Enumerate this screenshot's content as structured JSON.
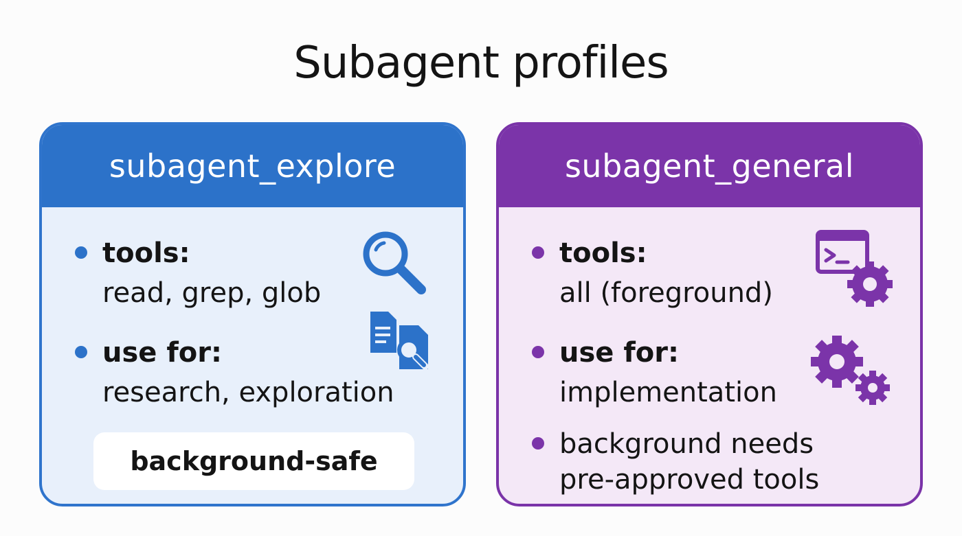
{
  "title": "Subagent profiles",
  "cards": [
    {
      "name": "subagent_explore",
      "accent": "#2c72c9",
      "items": [
        {
          "label": "tools:",
          "value": "read, grep, glob"
        },
        {
          "label": "use for:",
          "value": "research, exploration"
        }
      ],
      "badge": "background-safe",
      "icons": [
        "search-icon",
        "document-search-icon"
      ]
    },
    {
      "name": "subagent_general",
      "accent": "#7b34a9",
      "items": [
        {
          "label": "tools:",
          "value": "all (foreground)"
        },
        {
          "label": "use for:",
          "value": "implementation"
        },
        {
          "line1": "background needs",
          "line2": "pre-approved tools"
        }
      ],
      "icons": [
        "terminal-gear-icon",
        "gears-icon"
      ]
    }
  ]
}
